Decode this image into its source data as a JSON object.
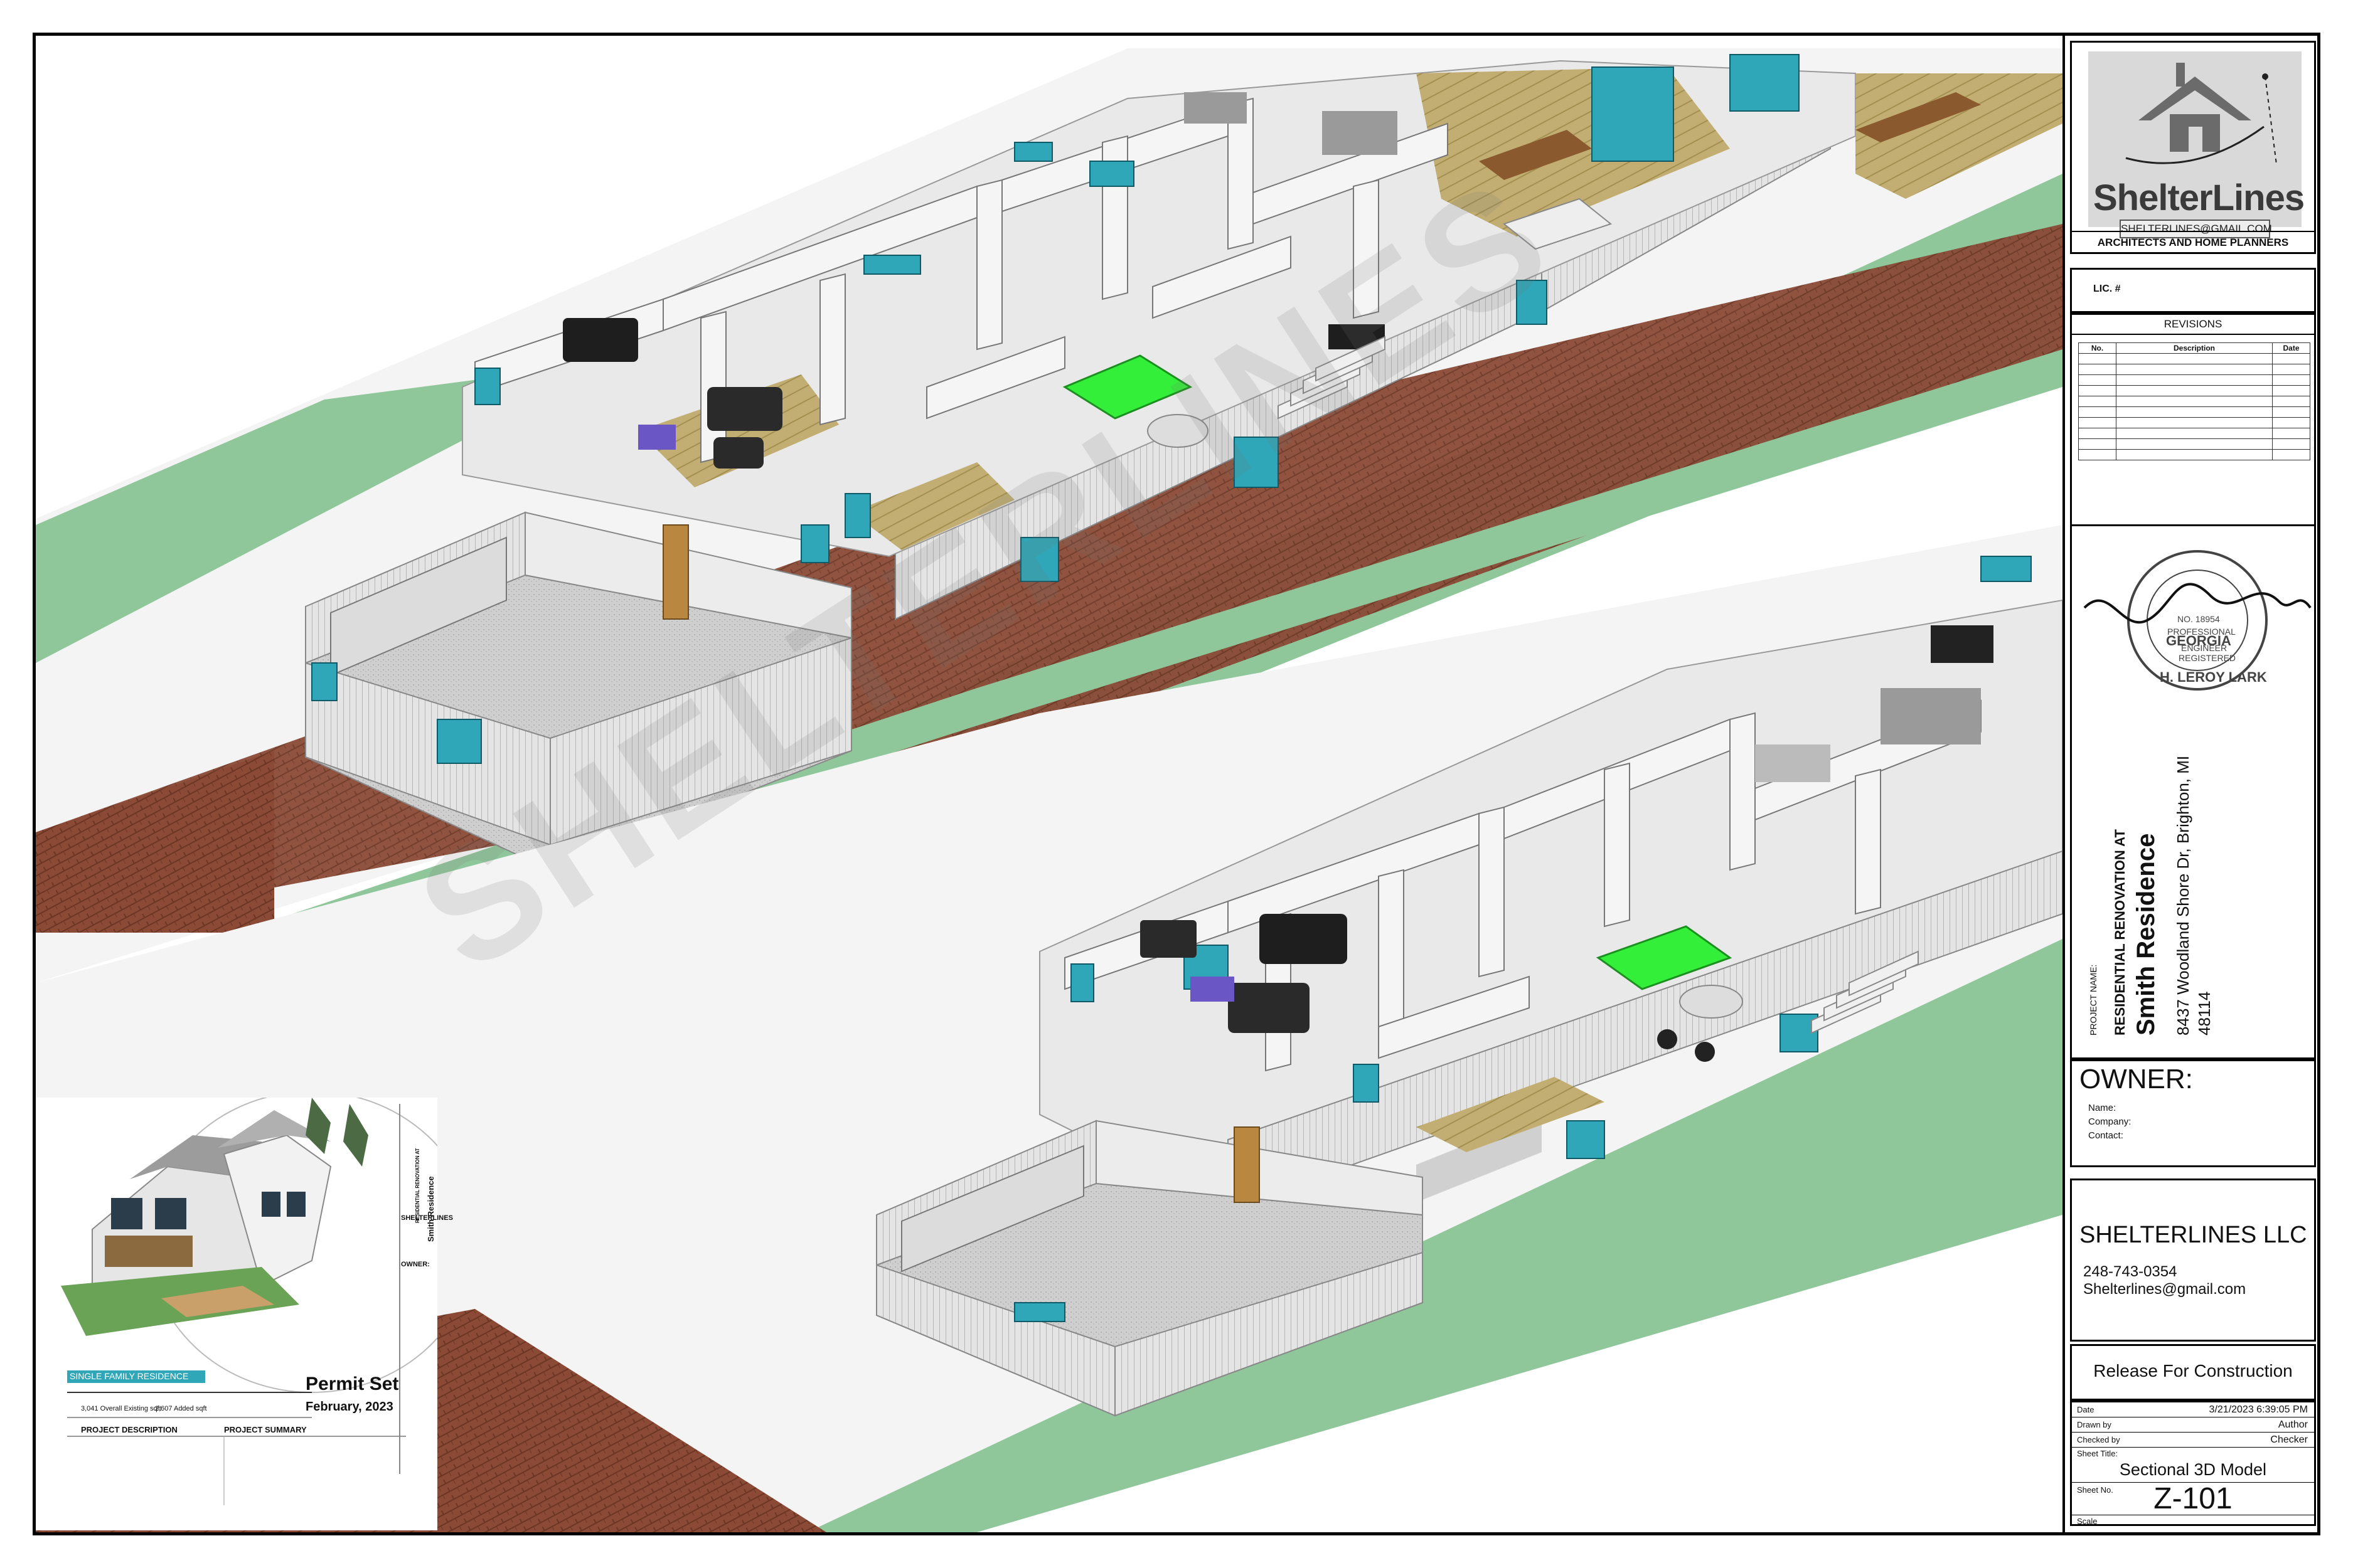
{
  "watermark": "SHELTERLINES",
  "logo": {
    "name": "ShelterLines",
    "email": "SHELTERLINES@GMAIL.COM",
    "tagline": "ARCHITECTS AND HOME PLANNERS"
  },
  "license": {
    "label": "LIC. #"
  },
  "revisions": {
    "title": "REVISIONS",
    "columns": [
      "No.",
      "Description",
      "Date"
    ],
    "rows": [
      [
        "",
        "",
        ""
      ],
      [
        "",
        "",
        ""
      ],
      [
        "",
        "",
        ""
      ],
      [
        "",
        "",
        ""
      ],
      [
        "",
        "",
        ""
      ],
      [
        "",
        "",
        ""
      ],
      [
        "",
        "",
        ""
      ],
      [
        "",
        "",
        ""
      ],
      [
        "",
        "",
        ""
      ],
      [
        "",
        "",
        ""
      ]
    ]
  },
  "seal": {
    "state": "GEORGIA",
    "line1": "REGISTERED",
    "line2": "NO. 18954",
    "line3": "PROFESSIONAL",
    "line4": "ENGINEER",
    "name": "H. LEROY LARK"
  },
  "project": {
    "name_label": "PROJECT NAME:",
    "subtitle": "RESIDENTIAL RENOVATION AT",
    "title": "Smith Residence",
    "address": "8437 Woodland Shore Dr, Brighton, MI",
    "zip": "48114"
  },
  "owner": {
    "title": "OWNER:",
    "name_label": "Name:",
    "company_label": "Company:",
    "contact_label": "Contact:"
  },
  "company": {
    "name": "SHELTERLINES LLC",
    "phone": "248-743-0354",
    "email": "Shelterlines@gmail.com"
  },
  "status": "Release For Construction",
  "sheet_info": {
    "date_label": "Date",
    "date_value": "3/21/2023 6:39:05 PM",
    "drawn_label": "Drawn by",
    "drawn_value": "Author",
    "checked_label": "Checked by",
    "checked_value": "Checker",
    "title_label": "Sheet Title:",
    "title_value": "Sectional 3D Model",
    "number_label": "Sheet No.",
    "number_value": "Z-101",
    "scale_label": "Scale"
  },
  "thumbnail": {
    "banner": "SINGLE FAMILY RESIDENCE",
    "permit": "Permit Set",
    "date": "February, 2023",
    "existing_area": "3,041 Overall Existing sqft",
    "added_area": "2,607 Added sqft",
    "section1": "PROJECT DESCRIPTION",
    "section2": "PROJECT SUMMARY",
    "owner": "OWNER:",
    "company": "SHELTERLINES",
    "project_title": "Smith Residence",
    "project_sub": "RESIDENTIAL RENOVATION AT"
  },
  "colors": {
    "grass": "#8fc79a",
    "brick": "#8a4a36",
    "wall": "#d8d8d8",
    "floor_wood": "#b9a56a",
    "pool_table": "#34ef3a",
    "window": "#2fa7b8"
  }
}
